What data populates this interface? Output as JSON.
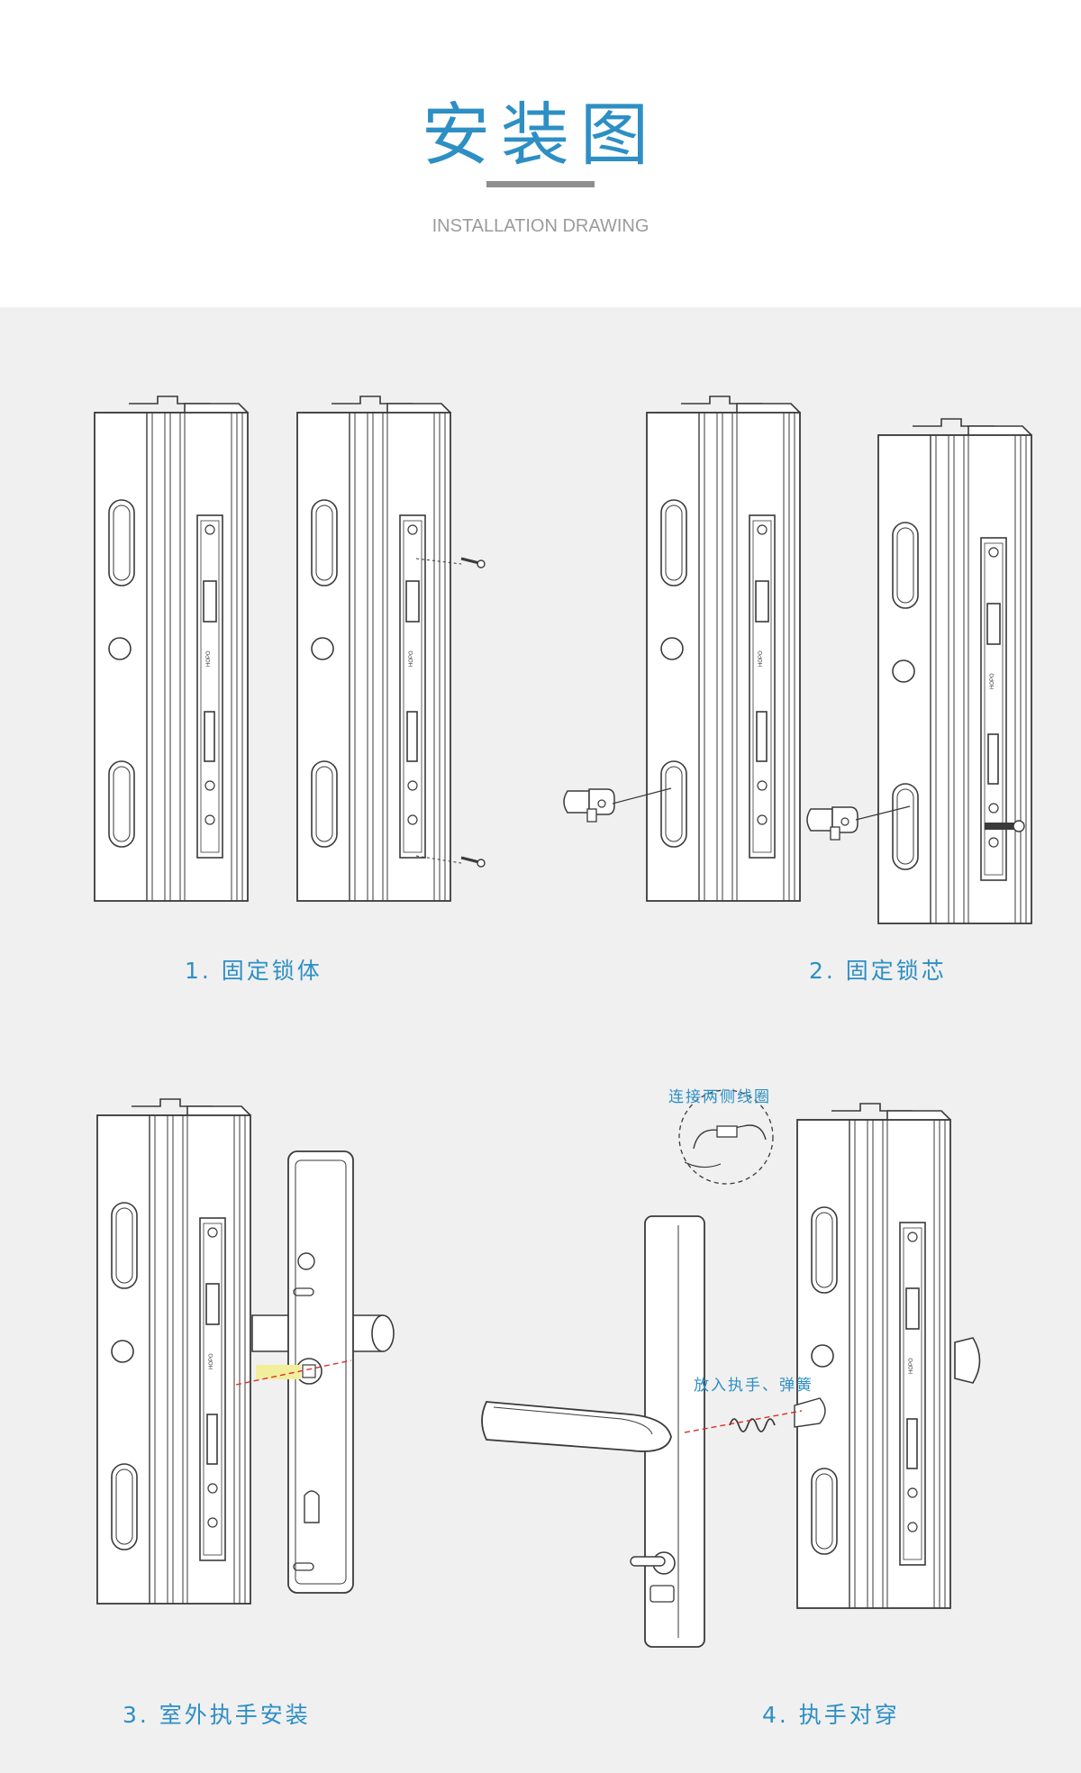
{
  "header": {
    "title": "安装图",
    "subtitle": "INSTALLATION DRAWING"
  },
  "steps": [
    {
      "label": "1. 固定锁体"
    },
    {
      "label": "2. 固定锁芯"
    },
    {
      "label": "3. 室外执手安装"
    },
    {
      "label": "4. 执手对穿"
    }
  ],
  "notes": {
    "coil": "连接两侧线圈",
    "spring": "放入执手、弹簧"
  },
  "colors": {
    "accent": "#2d8fc4",
    "rule": "#8e8e8e",
    "panel_bg": "#f0f0f0",
    "line": "#3a3a3a",
    "guide": "#d9302b"
  }
}
